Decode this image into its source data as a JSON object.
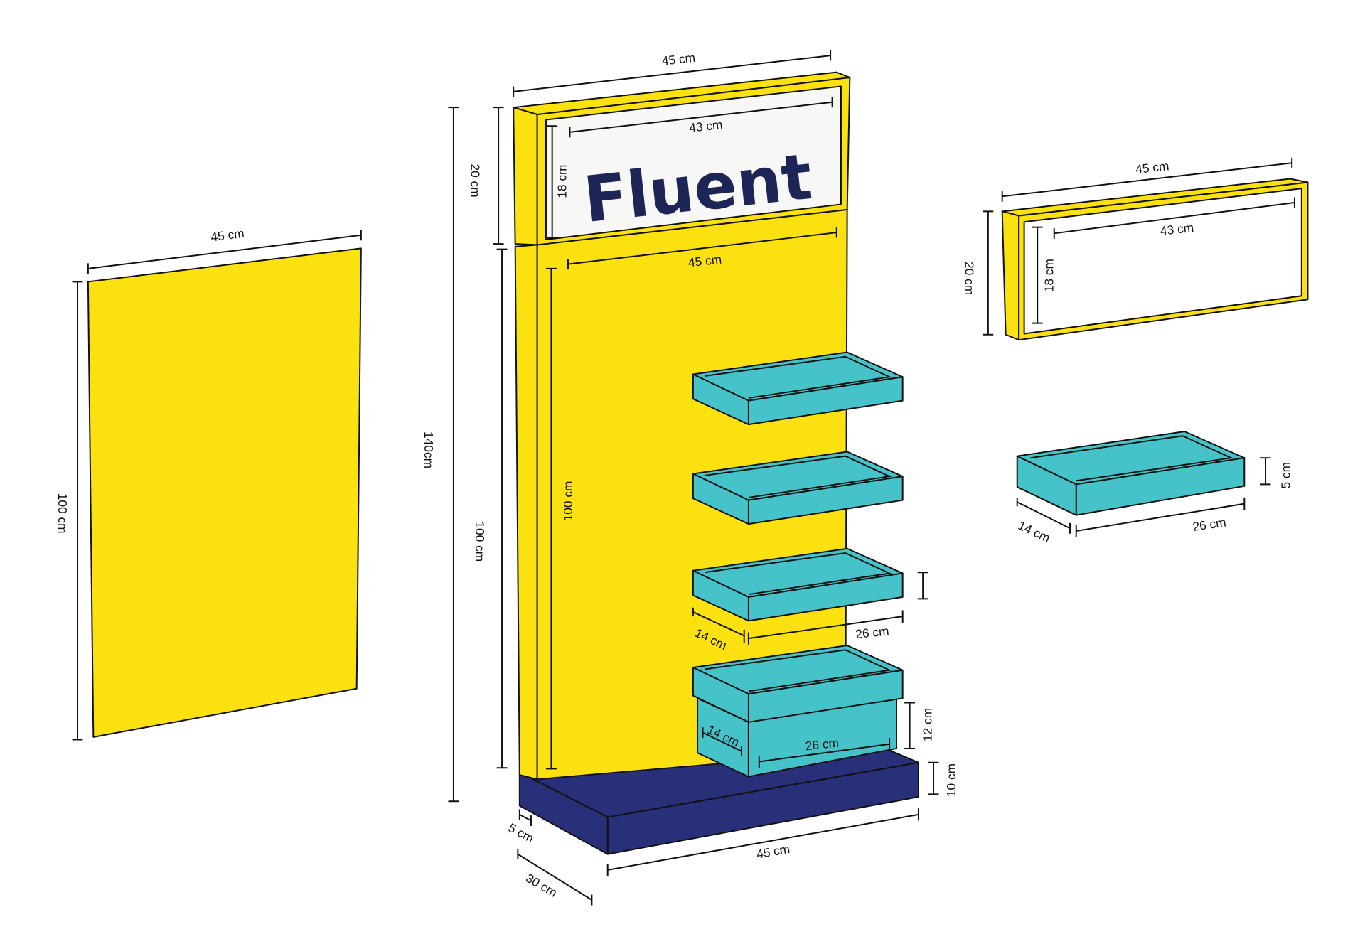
{
  "colors": {
    "yellow": "#fbe10f",
    "teal": "#45c3c9",
    "navy": "#28307a",
    "white": "#f7f7f5",
    "logo": "#1c2556"
  },
  "logo_text": "Fluent",
  "left_panel": {
    "width": "45 cm",
    "height": "100 cm"
  },
  "display": {
    "header_width": "45 cm",
    "header_inner_width": "43 cm",
    "header_inner_height": "18 cm",
    "header_height": "20 cm",
    "total_height": "140cm",
    "board_height_outer": "100 cm",
    "board_height_inner": "100 cm",
    "board_width": "45 cm",
    "shelf_depth": "14 cm",
    "shelf_width": "26 cm",
    "box_depth": "14 cm",
    "box_width": "26 cm",
    "box_height": "12 cm",
    "base_height": "10 cm",
    "base_width": "45 cm",
    "base_offset": "5 cm",
    "base_depth": "30 cm"
  },
  "header_detail": {
    "width": "45 cm",
    "inner_width": "43 cm",
    "inner_height": "18 cm",
    "height": "20 cm"
  },
  "tray_detail": {
    "depth": "14 cm",
    "width": "26 cm",
    "height": "5 cm"
  }
}
